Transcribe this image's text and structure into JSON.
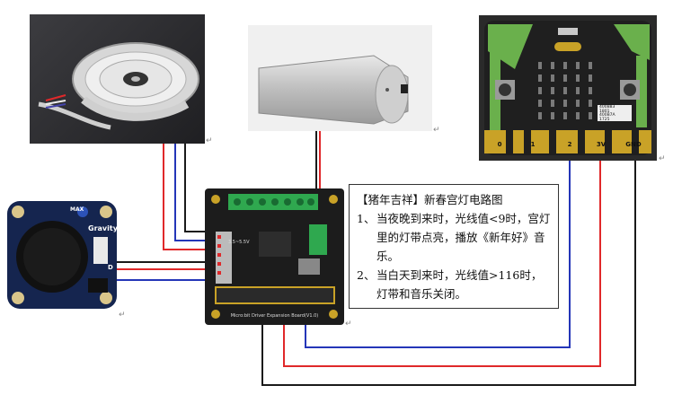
{
  "note": {
    "title": "【猪年吉祥】新春宫灯电路图",
    "items": [
      {
        "num": "1、",
        "text": "当夜晚到来时，光线值<9时，宫灯里的灯带点亮，播放《新年好》音乐。"
      },
      {
        "num": "2、",
        "text": "当白天到来时，光线值>116时，灯带和音乐关闭。"
      }
    ]
  },
  "speaker": {
    "brand": "Gravity",
    "max_label": "MAX",
    "d_label": "D"
  },
  "expansion_board": {
    "label": "Micro:bit Driver Expansion Board(V1.0)",
    "voltage": "3.5~5.5V"
  },
  "microbit": {
    "pins": [
      "0",
      "1",
      "2",
      "3V",
      "GND"
    ],
    "chip_text": [
      "400B83",
      "1801",
      "400B7A",
      "1725"
    ]
  },
  "marks": {
    "paragraph_mark": "↵"
  },
  "colors": {
    "wire_red": "#e0282a",
    "wire_blue": "#2436b8",
    "wire_black": "#1a1a1a",
    "board_black": "#1c1c1c",
    "terminal_green": "#2fa84f",
    "microbit_green": "#6ab04c",
    "gold": "#c9a227"
  }
}
